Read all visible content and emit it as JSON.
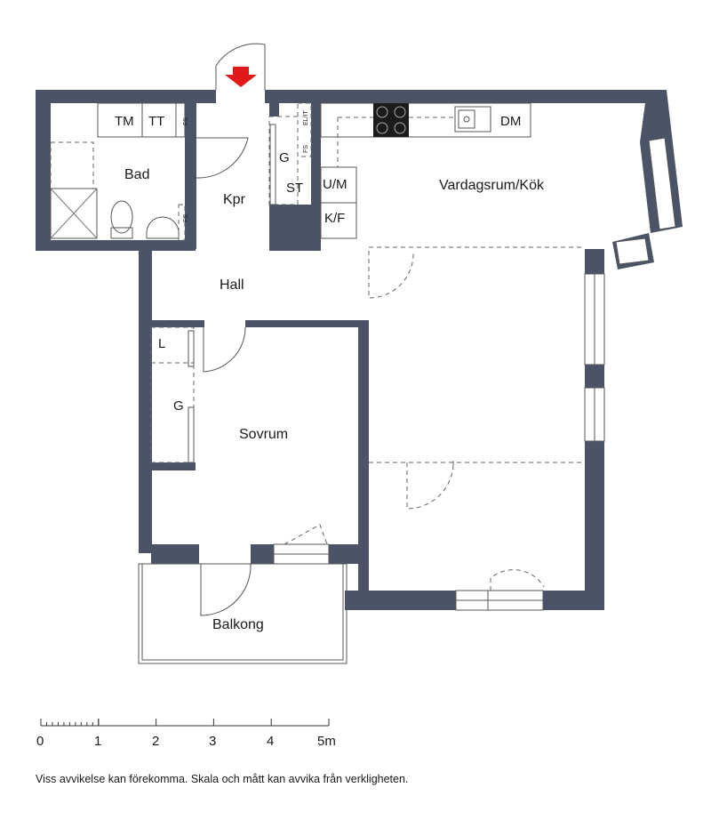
{
  "rooms": {
    "bad": "Bad",
    "kpr": "Kpr",
    "hall": "Hall",
    "vardagsrum_kok": "Vardagsrum/Kök",
    "sovrum": "Sovrum",
    "balkong": "Balkong"
  },
  "fixtures": {
    "tm": "TM",
    "tt": "TT",
    "fs": "FS",
    "el_it": "EL/IT",
    "g_kpr": "G",
    "st": "ST",
    "um": "U/M",
    "kf": "K/F",
    "dm": "DM",
    "l": "L",
    "g_sovrum": "G"
  },
  "scale": {
    "labels": [
      "0",
      "1",
      "2",
      "3",
      "4",
      "5m"
    ]
  },
  "disclaimer": "Viss avvikelse kan förekomma. Skala och mått kan avvika från verkligheten.",
  "colors": {
    "wall": "#4a5466",
    "entrance_arrow": "#e0191b"
  }
}
